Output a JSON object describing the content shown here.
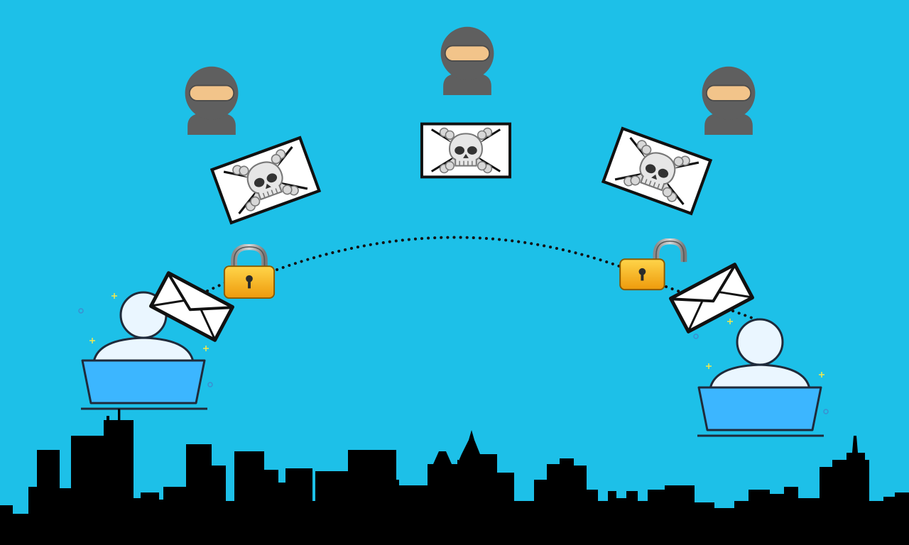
{
  "colors": {
    "background": "#1DC0E8",
    "skyline": "#000000",
    "hacker_body": "#5F5F5F",
    "hacker_visor": "#F2C48A",
    "laptop_screen": "#3CB6FF",
    "person": "#EAF6FF",
    "outline": "#1F2A3A",
    "lock_gold": "#F6B21B",
    "lock_shackle": "#A9A9A9",
    "sparkle": "#F5E94A",
    "dotted_path": "#111111"
  },
  "scene": {
    "attackers": [
      {
        "name": "attacker-left",
        "icon": "ninja-hacker-icon"
      },
      {
        "name": "attacker-center",
        "icon": "ninja-hacker-icon"
      },
      {
        "name": "attacker-right",
        "icon": "ninja-hacker-icon"
      }
    ],
    "blocked_messages": [
      {
        "name": "blocked-message-left",
        "icon": "skull-crossbones-envelope-icon"
      },
      {
        "name": "blocked-message-center",
        "icon": "skull-crossbones-envelope-icon"
      },
      {
        "name": "blocked-message-right",
        "icon": "skull-crossbones-envelope-icon"
      }
    ],
    "sender": {
      "icon": "user-at-laptop-icon",
      "lock_state": "locked",
      "lock_icon": "padlock-closed-icon",
      "envelope_icon": "envelope-icon"
    },
    "receiver": {
      "icon": "user-at-laptop-icon",
      "lock_state": "unlocked",
      "lock_icon": "padlock-open-icon",
      "envelope_icon": "envelope-icon"
    },
    "connection": {
      "style": "dotted-arc"
    },
    "background_art": "city-skyline-silhouette"
  }
}
